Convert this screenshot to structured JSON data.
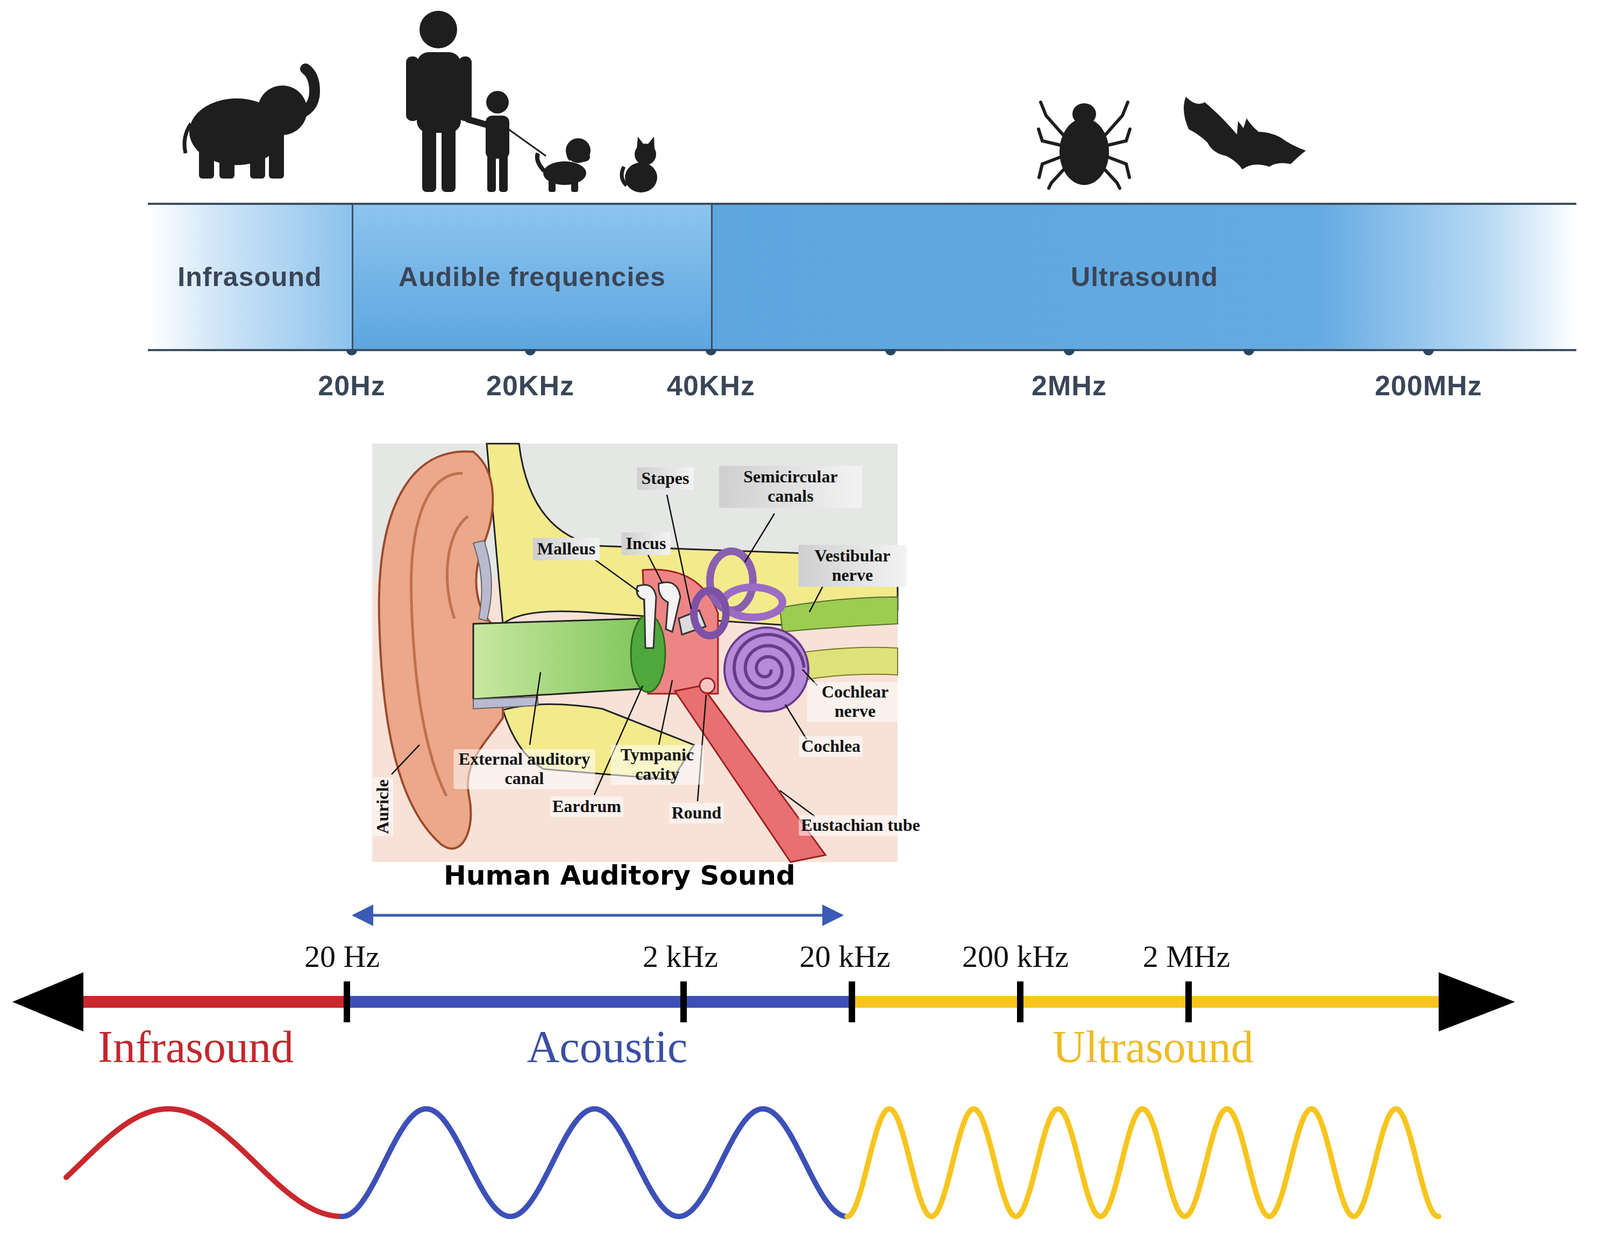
{
  "diagram": {
    "nodes": [
      {
        "text": [
          "Infrasound"
        ]
      },
      {
        "text": [
          "Audible frequencies"
        ]
      },
      {
        "text": [
          "Ultrasound"
        ]
      }
    ],
    "labels": [
      "20Hz",
      "20KHz",
      "40KHz",
      "2MHz",
      "200MHz",
      "Stapes",
      "Semicircular canals",
      "Malleus",
      "Incus",
      "Vestibular nerve",
      "Cochlear nerve",
      "External auditory canal",
      "Tympanic cavity",
      "Eardrum",
      "Round",
      "Cochlea",
      "Eustachian tube",
      "Auricle",
      "Human Auditory Sound",
      "20 Hz",
      "2 kHz",
      "20 kHz",
      "200 kHz",
      "2 MHz",
      "Infrasound",
      "Acoustic",
      "Ultrasound"
    ]
  }
}
